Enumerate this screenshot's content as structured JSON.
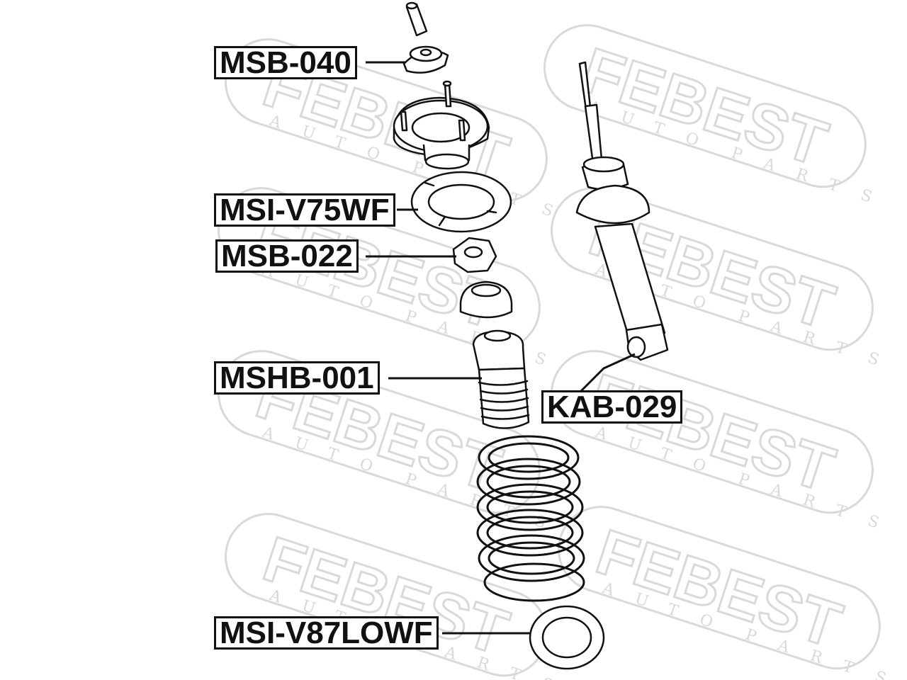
{
  "watermark": {
    "brand": "FEBEST",
    "sub": "AUTO PARTS",
    "sub_letters": [
      "A",
      "U",
      "T",
      "O",
      "P",
      "A",
      "R",
      "T",
      "S"
    ],
    "color": "#d9d9d9"
  },
  "colors": {
    "ink": "#111111",
    "background": "#ffffff"
  },
  "labels": {
    "msb040": "MSB-040",
    "msiv75wf": "MSI-V75WF",
    "msb022": "MSB-022",
    "mshb001": "MSHB-001",
    "kab029": "KAB-029",
    "msiv87lowf": "MSI-V87LOWF"
  }
}
